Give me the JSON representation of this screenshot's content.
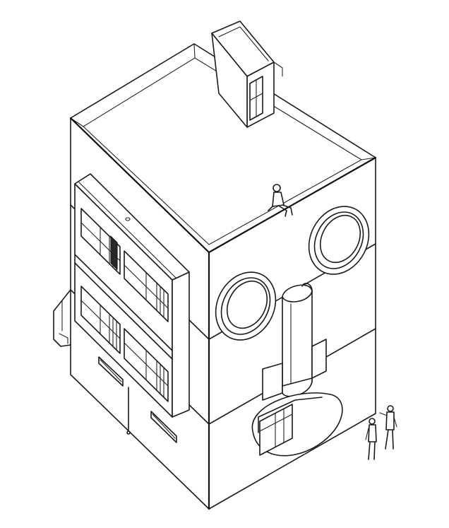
{
  "figure": {
    "subject": "isometric-house-with-face-facade",
    "style": "black line drawing on white",
    "colors": {
      "ink": "#1a1a1a",
      "paper": "#ffffff"
    },
    "people_count": 3
  }
}
